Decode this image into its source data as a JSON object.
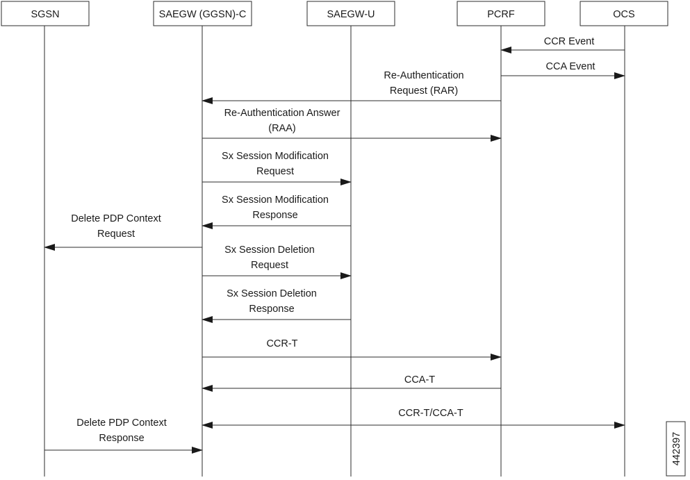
{
  "participants": [
    {
      "id": "sgsn",
      "label": "SGSN"
    },
    {
      "id": "saegwc",
      "label": "SAEGW (GGSN)-C"
    },
    {
      "id": "saegwu",
      "label": "SAEGW-U"
    },
    {
      "id": "pcrf",
      "label": "PCRF"
    },
    {
      "id": "ocs",
      "label": "OCS"
    }
  ],
  "messages": [
    {
      "name": "ccr-event",
      "from": "ocs",
      "to": "pcrf",
      "label": [
        "CCR Event"
      ]
    },
    {
      "name": "cca-event",
      "from": "pcrf",
      "to": "ocs",
      "label": [
        "CCA Event"
      ]
    },
    {
      "name": "rar",
      "from": "pcrf",
      "to": "saegwc",
      "label": [
        "Re-Authentication",
        "Request (RAR)"
      ]
    },
    {
      "name": "raa",
      "from": "saegwc",
      "to": "pcrf",
      "label": [
        "Re-Authentication Answer",
        "(RAA)"
      ]
    },
    {
      "name": "sx-mod-req",
      "from": "saegwc",
      "to": "saegwu",
      "label": [
        "Sx Session Modification",
        "Request"
      ]
    },
    {
      "name": "sx-mod-resp",
      "from": "saegwu",
      "to": "saegwc",
      "label": [
        "Sx Session Modification",
        "Response"
      ]
    },
    {
      "name": "delete-pdp-req",
      "from": "saegwc",
      "to": "sgsn",
      "label": [
        "Delete PDP Context",
        "Request"
      ]
    },
    {
      "name": "sx-del-req",
      "from": "saegwc",
      "to": "saegwu",
      "label": [
        "Sx Session Deletion",
        "Request"
      ]
    },
    {
      "name": "sx-del-resp",
      "from": "saegwu",
      "to": "saegwc",
      "label": [
        "Sx Session Deletion",
        "Response"
      ]
    },
    {
      "name": "ccr-t",
      "from": "saegwc",
      "to": "pcrf",
      "label": [
        "CCR-T"
      ]
    },
    {
      "name": "cca-t",
      "from": "pcrf",
      "to": "saegwc",
      "label": [
        "CCA-T"
      ]
    },
    {
      "name": "ccr-cca-t",
      "from": "saegwc",
      "to": "ocs",
      "label": [
        "CCR-T/CCA-T"
      ],
      "bidirectional": true
    },
    {
      "name": "delete-pdp-resp",
      "from": "sgsn",
      "to": "saegwc",
      "label": [
        "Delete PDP Context",
        "Response"
      ]
    }
  ],
  "figure_id": "442397"
}
